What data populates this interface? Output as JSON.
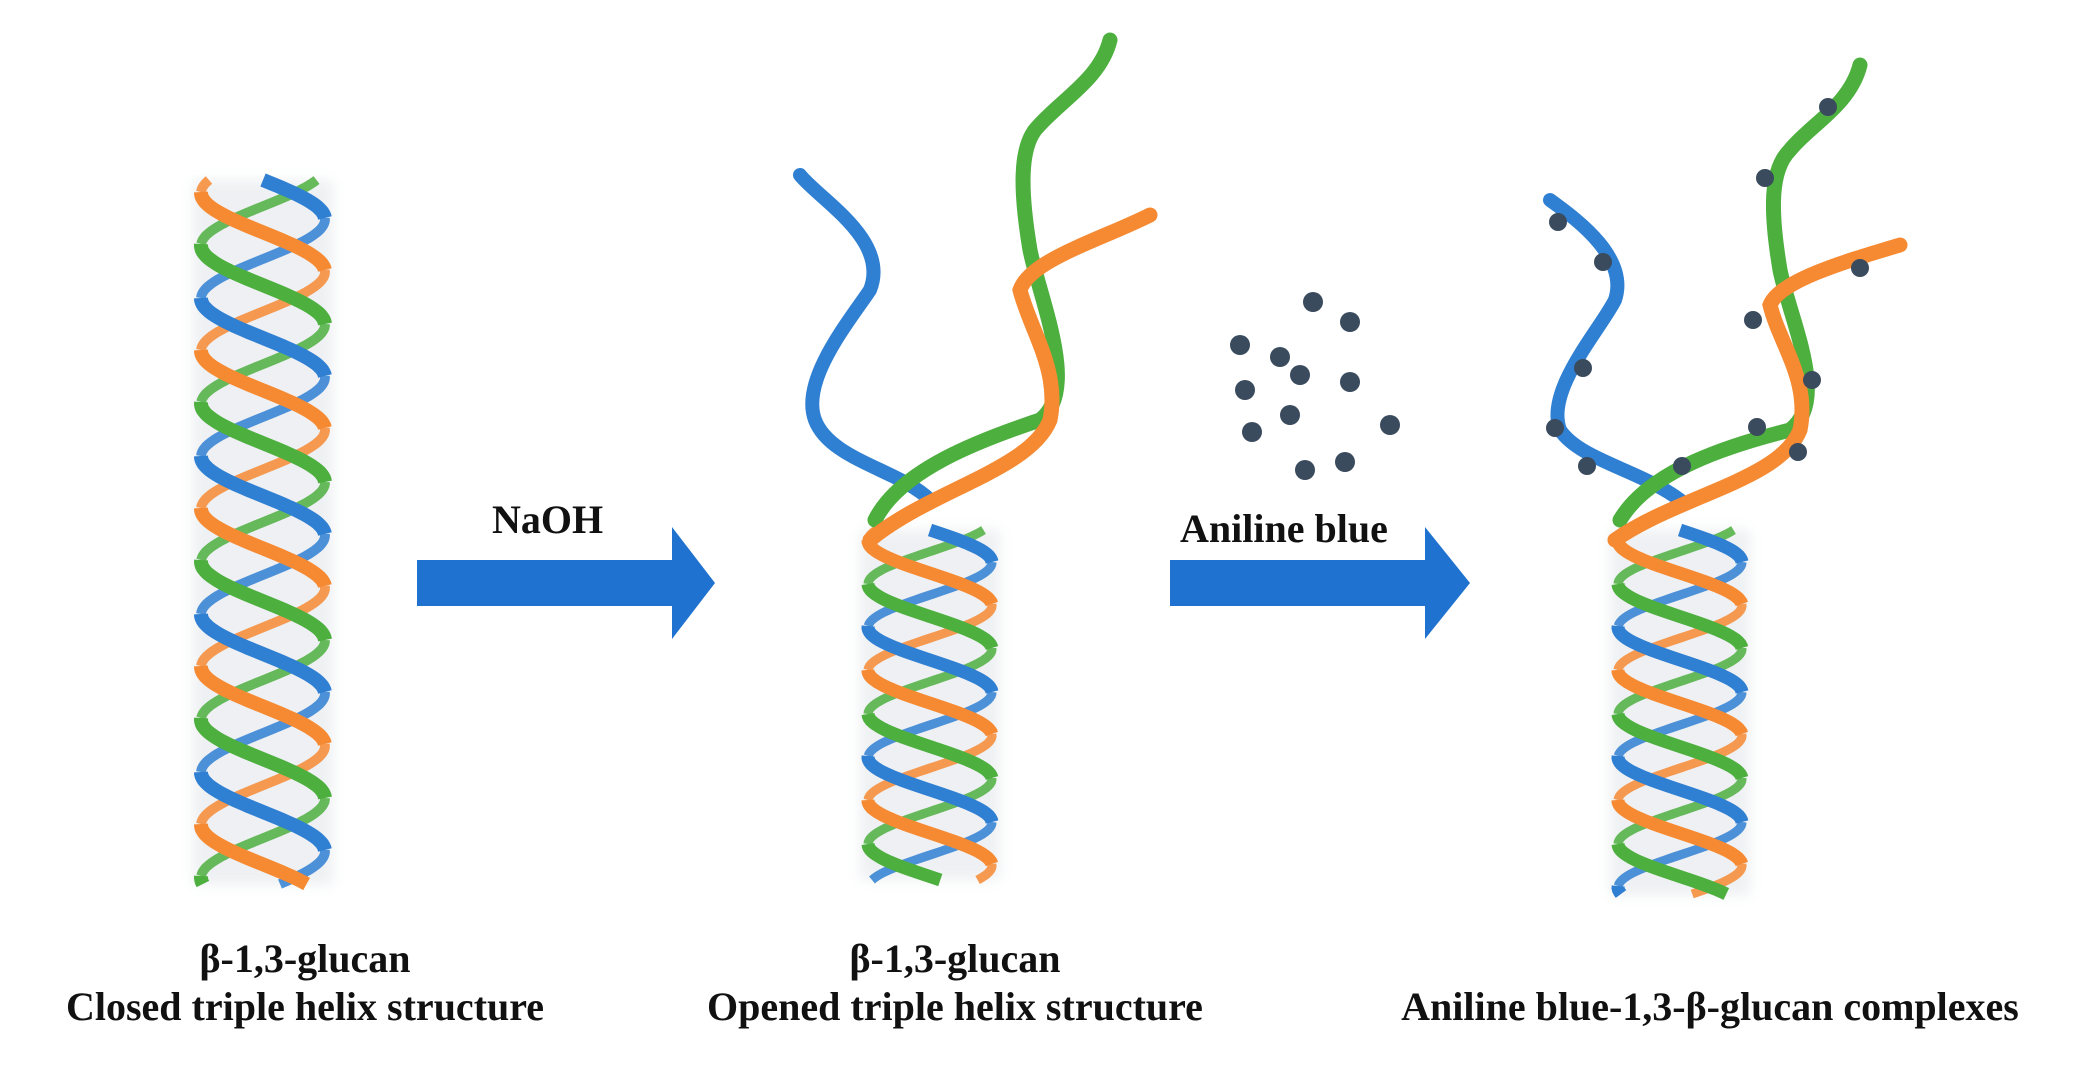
{
  "colors": {
    "blue_strand": "#2F7FD2",
    "green_strand": "#4CAF3E",
    "orange_strand": "#F68A32",
    "arrow": "#1F72CF",
    "dye_dot": "#3A4B5E",
    "text": "#111111"
  },
  "panels": [
    {
      "caption_line1": "β-1,3-glucan",
      "caption_line2": "Closed triple helix structure"
    },
    {
      "caption_line1": "β-1,3-glucan",
      "caption_line2": "Opened  triple helix structure"
    },
    {
      "caption_line1": "",
      "caption_line2": "Aniline blue-1,3-β-glucan complexes"
    }
  ],
  "arrows": [
    {
      "label": "NaOH"
    },
    {
      "label": "Aniline blue"
    }
  ],
  "icons": {
    "arrow_icon": "right-arrow",
    "dye_icon": "dot-cluster"
  }
}
